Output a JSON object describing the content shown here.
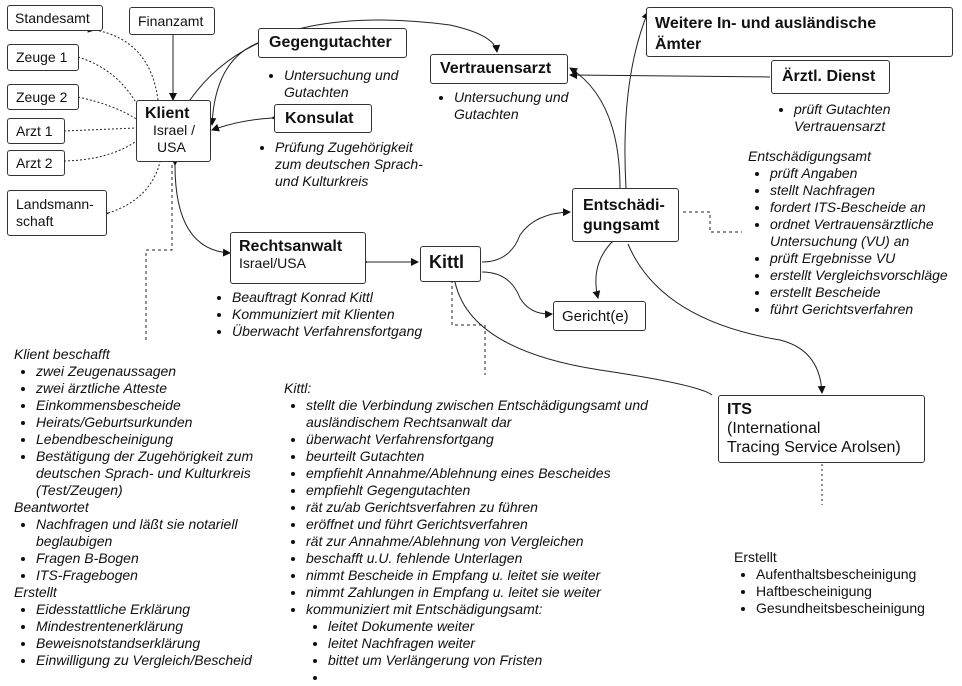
{
  "nodes": {
    "standesamt": "Standesamt",
    "finanzamt": "Finanzamt",
    "zeuge1": "Zeuge 1",
    "zeuge2": "Zeuge 2",
    "arzt1": "Arzt 1",
    "arzt2": "Arzt 2",
    "landsmann1": "Landsmann-",
    "landsmann2": "schaft",
    "klient_title": "Klient",
    "klient_sub1": "Israel /",
    "klient_sub2": "USA",
    "gegengutachter": "Gegengutachter",
    "konsulat": "Konsulat",
    "vertrauensarzt": "Vertrauensarzt",
    "weitere1": "Weitere In- und ausländische",
    "weitere2": "Ämter",
    "aerztl": "Ärztl. Dienst",
    "entsch1": "Entschädi-",
    "entsch2": "gungsamt",
    "rechtsanwalt_title": "Rechtsanwalt",
    "rechtsanwalt_sub": "Israel/USA",
    "kittl": "Kittl",
    "gericht": "Gericht(e)",
    "its_title": "ITS",
    "its_sub1": "(International",
    "its_sub2": "Tracing  Service Arolsen)"
  },
  "notes": {
    "gegengutachter": [
      "Untersuchung und Gutachten"
    ],
    "konsulat": [
      "Prüfung Zugehörigkeit zum deutschen Sprach- und Kulturkreis"
    ],
    "vertrauensarzt": [
      "Untersuchung und Gutachten"
    ],
    "aerztl": [
      "prüft Gutachten Vertrauensarzt"
    ],
    "entsch_heading": "Entschädigungsamt",
    "entsch": [
      "prüft Angaben",
      "stellt Nachfragen",
      "fordert ITS-Bescheide an",
      "ordnet Vertrauensärztliche Untersuchung (VU) an",
      "prüft Ergebnisse VU",
      "erstellt Vergleichsvorschläge",
      "erstellt Bescheide",
      "führt Gerichtsverfahren"
    ],
    "rechtsanwalt": [
      "Beauftragt Konrad Kittl",
      "Kommuniziert mit Klienten",
      "Überwacht Verfahrensfortgang"
    ],
    "klient_heading1": "Klient beschafft",
    "klient_list1": [
      "zwei Zeugenaussagen",
      "zwei ärztliche Atteste",
      "Einkommensbescheide",
      "Heirats/Geburtsurkunden",
      "Lebendbescheinigung",
      "Bestätigung der Zugehörigkeit zum deutschen Sprach- und Kulturkreis (Test/Zeugen)"
    ],
    "klient_heading2": "Beantwortet",
    "klient_list2": [
      "Nachfragen und läßt sie notariell beglaubigen",
      "Fragen B-Bogen",
      "ITS-Fragebogen"
    ],
    "klient_heading3": "Erstellt",
    "klient_list3": [
      "Eidesstattliche Erklärung",
      "Mindestrentenerklärung",
      "Beweisnotstandserklärung",
      "Einwilligung zu Vergleich/Bescheid"
    ],
    "kittl_heading": "Kittl:",
    "kittl_list": [
      "stellt die Verbindung zwischen Entschädigungsamt und ausländischem Rechtsanwalt dar",
      "überwacht Verfahrensfortgang",
      "beurteilt Gutachten",
      "empfiehlt Annahme/Ablehnung eines Bescheides",
      "empfiehlt Gegengutachten",
      "rät zu/ab Gerichtsverfahren zu führen",
      "eröffnet und führt Gerichtsverfahren",
      "rät zur Annahme/Ablehnung von Vergleichen",
      "beschafft u.U. fehlende Unterlagen",
      "nimmt Bescheide in Empfang u. leitet sie weiter",
      "nimmt Zahlungen in Empfang u. leitet sie weiter",
      "kommuniziert mit Entschädigungsamt:"
    ],
    "kittl_sub": [
      "leitet Dokumente weiter",
      "leitet Nachfragen weiter",
      "bittet um Verlängerung von Fristen",
      ""
    ],
    "its_heading": "Erstellt",
    "its_list": [
      "Aufenthaltsbescheinigung",
      "Haftbescheinigung",
      "Gesundheitsbescheinigung"
    ]
  }
}
